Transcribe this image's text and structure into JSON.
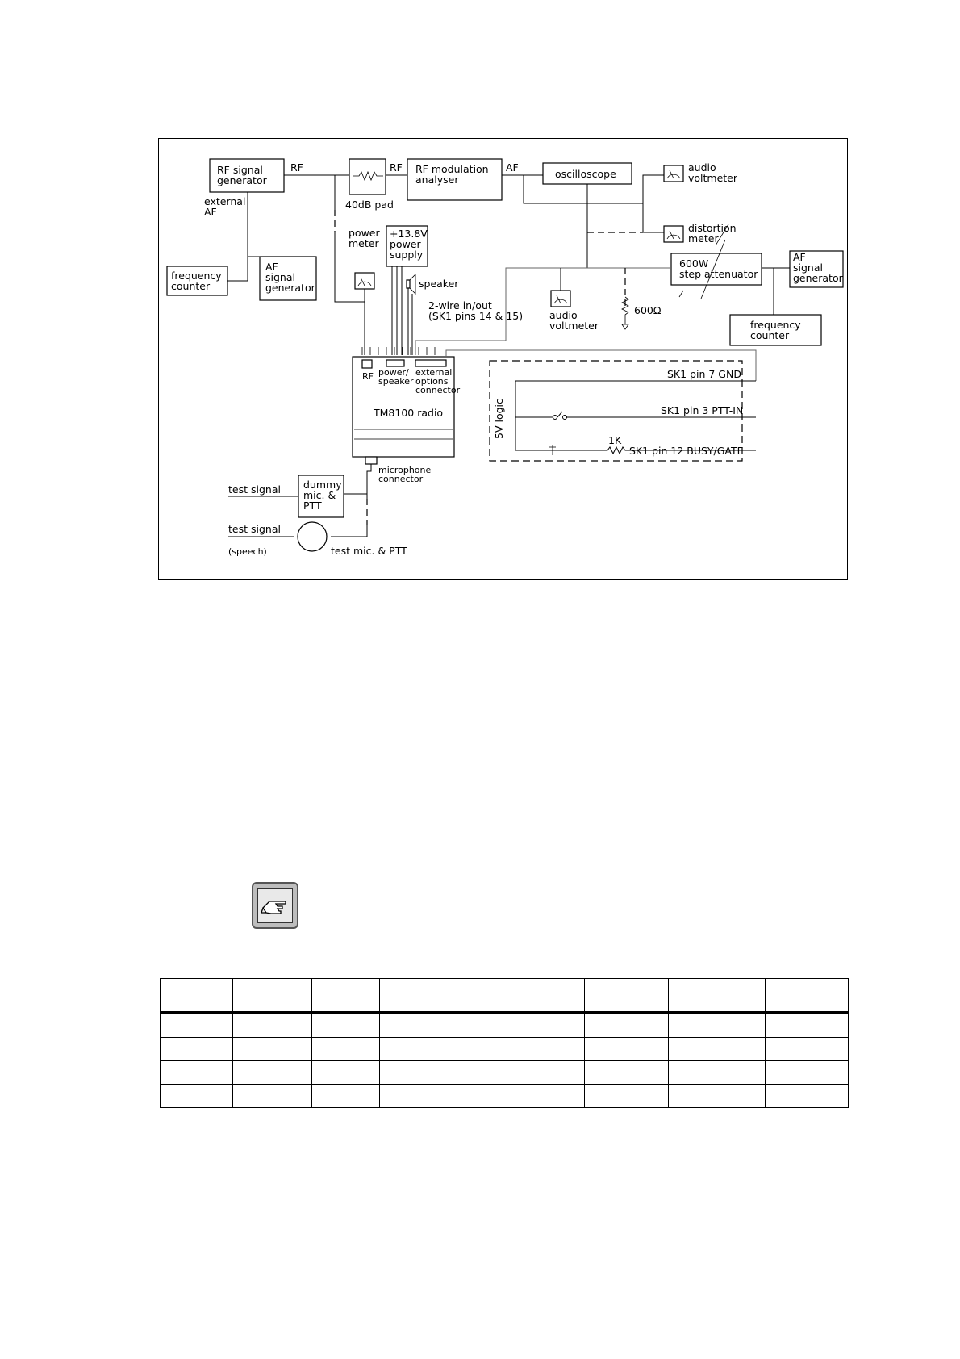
{
  "diagram": {
    "labels": {
      "rf_signal_generator": [
        "RF signal",
        "generator"
      ],
      "rf1": "RF",
      "rf2": "RF",
      "pad": "40dB pad",
      "rf_mod_analyser": [
        "RF modulation",
        "analyser"
      ],
      "af": "AF",
      "oscilloscope": "oscilloscope",
      "audio_voltmeter_top": [
        "audio",
        "voltmeter"
      ],
      "distortion_meter": [
        "distortion",
        "meter"
      ],
      "external_af": [
        "external",
        "AF"
      ],
      "frequency_counter_left": [
        "frequency",
        "counter"
      ],
      "af_signal_generator_left": [
        "AF",
        "signal",
        "generator"
      ],
      "power_meter": [
        "power",
        "meter"
      ],
      "power_supply": [
        "+13.8V",
        "power",
        "supply"
      ],
      "speaker": "speaker",
      "two_wire": [
        "2-wire in/out",
        "(SK1 pins 14 & 15)"
      ],
      "audio_voltmeter_mid": [
        "audio",
        "voltmeter"
      ],
      "resistor_600": "600Ω",
      "attenuator": [
        "600W",
        "step attenuator"
      ],
      "af_signal_generator_right": [
        "AF",
        "signal",
        "generator"
      ],
      "frequency_counter_right": [
        "frequency",
        "counter"
      ],
      "rf_port": "RF",
      "power_speaker_port": [
        "power/",
        "speaker"
      ],
      "ext_options": [
        "external",
        "options",
        "connector"
      ],
      "radio": "TM8100 radio",
      "logic": "5V logic",
      "sk1_gnd": "SK1 pin 7 GND",
      "sk1_ptt": "SK1 pin 3 PTT-IN",
      "resistor_1k": "1K",
      "sk1_busy": "SK1 pin 12 BUSY/GATE",
      "mic_connector": [
        "microphone",
        "connector"
      ],
      "test_signal_1": "test signal",
      "dummy_mic": [
        "dummy",
        "mic. &",
        "PTT"
      ],
      "test_signal_2": "test signal",
      "speech": "(speech)",
      "test_mic": "test mic. & PTT"
    }
  },
  "note": {
    "icon": "pointing-hand-icon"
  },
  "table": {
    "columns": 8,
    "body_rows": 4
  }
}
